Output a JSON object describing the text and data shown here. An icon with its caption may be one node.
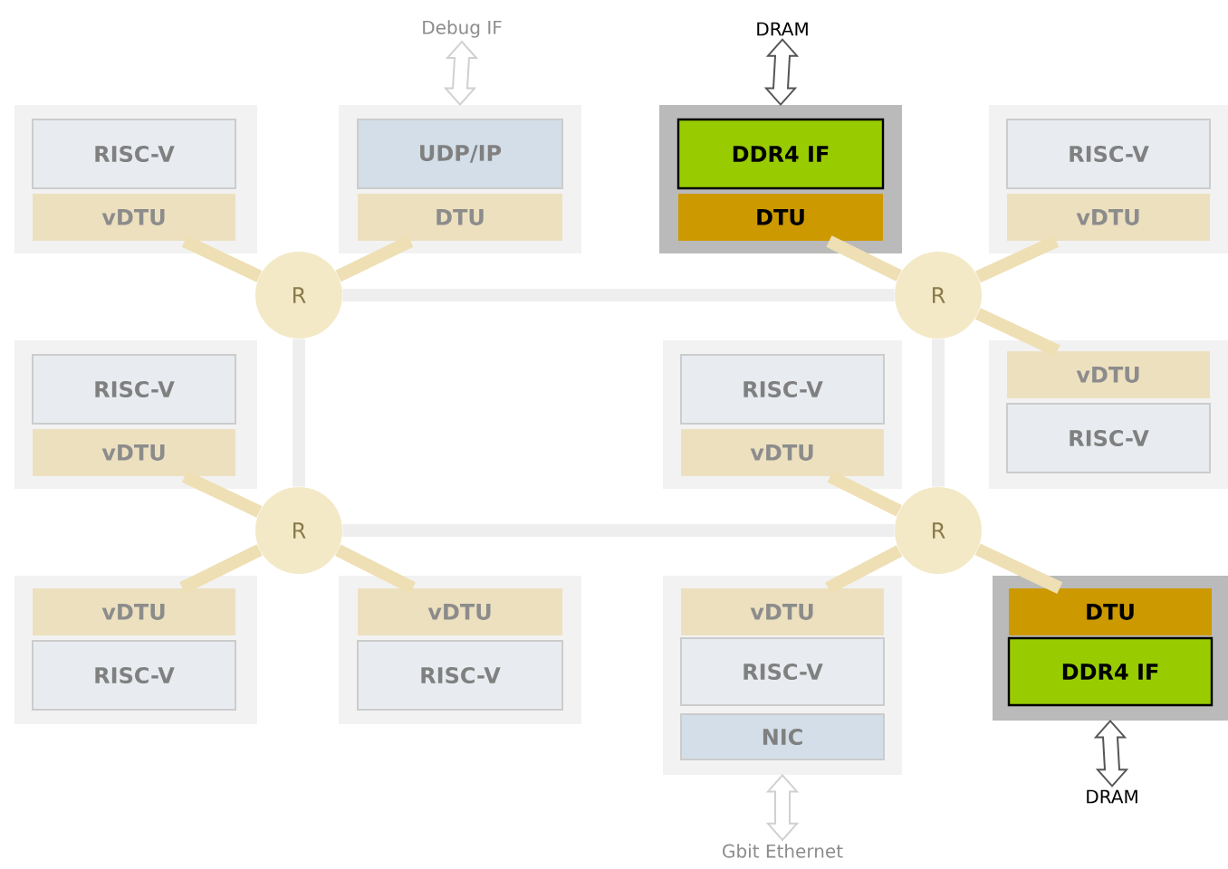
{
  "diagram": {
    "nodes": [
      {
        "text": [
          "Debug IF"
        ]
      },
      {
        "text": [
          "DRAM"
        ]
      },
      {
        "text": [],
        "shape": "box"
      },
      {
        "text": [
          "RISC-V"
        ],
        "in": 2
      },
      {
        "text": [
          "vDTU"
        ],
        "in": 2
      },
      {
        "text": [],
        "shape": "box"
      },
      {
        "text": [
          "UDP/IP"
        ],
        "in": 5
      },
      {
        "text": [
          "DTU"
        ],
        "in": 5
      },
      {
        "text": [],
        "shape": "box"
      },
      {
        "text": [
          "DDR4 IF"
        ],
        "in": 8
      },
      {
        "text": [
          "DTU"
        ],
        "in": 8
      },
      {
        "text": [],
        "shape": "box"
      },
      {
        "text": [
          "RISC-V"
        ],
        "in": 11
      },
      {
        "text": [
          "vDTU"
        ],
        "in": 11
      },
      {
        "text": [
          "R"
        ]
      },
      {
        "text": [
          "R"
        ]
      },
      {
        "text": [],
        "shape": "box"
      },
      {
        "text": [
          "RISC-V"
        ],
        "in": 16
      },
      {
        "text": [
          "vDTU"
        ],
        "in": 16
      },
      {
        "text": [],
        "shape": "box"
      },
      {
        "text": [
          "RISC-V"
        ],
        "in": 19
      },
      {
        "text": [
          "vDTU"
        ],
        "in": 19
      },
      {
        "text": [],
        "shape": "box"
      },
      {
        "text": [
          "vDTU"
        ],
        "in": 22
      },
      {
        "text": [
          "RISC-V"
        ],
        "in": 22
      },
      {
        "text": [
          "R"
        ]
      },
      {
        "text": [
          "R"
        ]
      },
      {
        "text": [],
        "shape": "box"
      },
      {
        "text": [
          "vDTU"
        ],
        "in": 27
      },
      {
        "text": [
          "RISC-V"
        ],
        "in": 27
      },
      {
        "text": [],
        "shape": "box"
      },
      {
        "text": [
          "vDTU"
        ],
        "in": 30
      },
      {
        "text": [
          "RISC-V"
        ],
        "in": 30
      },
      {
        "text": [],
        "shape": "box"
      },
      {
        "text": [
          "vDTU"
        ],
        "in": 33
      },
      {
        "text": [
          "RISC-V"
        ],
        "in": 33
      },
      {
        "text": [
          "NIC"
        ],
        "in": 33
      },
      {
        "text": [],
        "shape": "box"
      },
      {
        "text": [
          "DTU"
        ],
        "in": 37
      },
      {
        "text": [
          "DDR4 IF"
        ],
        "in": 37
      },
      {
        "text": [
          "DRAM"
        ]
      },
      {
        "text": [
          "Gbit Ethernet"
        ]
      }
    ],
    "edges": [
      {
        "from": 0,
        "to": 5,
        "arrow": "both",
        "color": "#d0d0d0"
      },
      {
        "from": 1,
        "to": 8,
        "arrow": "both",
        "color": "#555555"
      },
      {
        "from": 37,
        "to": 40,
        "arrow": "both",
        "color": "#555555"
      },
      {
        "from": 33,
        "to": 41,
        "arrow": "both",
        "color": "#d0d0d0"
      },
      {
        "from": 14,
        "to": 4,
        "arrow": "none"
      },
      {
        "from": 14,
        "to": 7,
        "arrow": "none"
      },
      {
        "from": 15,
        "to": 10,
        "arrow": "none"
      },
      {
        "from": 15,
        "to": 13,
        "arrow": "none"
      },
      {
        "from": 15,
        "to": 23,
        "arrow": "none"
      },
      {
        "from": 25,
        "to": 18,
        "arrow": "none"
      },
      {
        "from": 25,
        "to": 28,
        "arrow": "none"
      },
      {
        "from": 25,
        "to": 31,
        "arrow": "none"
      },
      {
        "from": 26,
        "to": 21,
        "arrow": "none"
      },
      {
        "from": 26,
        "to": 34,
        "arrow": "none"
      },
      {
        "from": 26,
        "to": 38,
        "arrow": "none"
      },
      {
        "from": 14,
        "to": 15,
        "arrow": "none",
        "color": "#eeeeee"
      },
      {
        "from": 14,
        "to": 25,
        "arrow": "none",
        "color": "#eeeeee"
      },
      {
        "from": 15,
        "to": 26,
        "arrow": "none",
        "color": "#eeeeee"
      },
      {
        "from": 25,
        "to": 26,
        "arrow": "none",
        "color": "#eeeeee"
      }
    ]
  }
}
